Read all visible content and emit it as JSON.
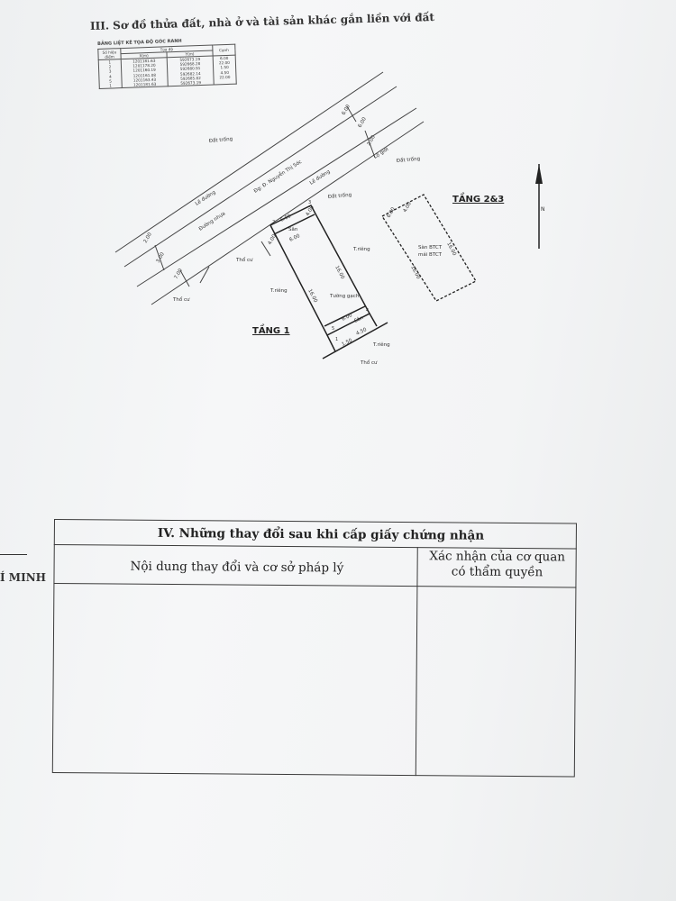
{
  "section_title": "III. Sơ đồ thửa đất, nhà ở và tài sản khác gắn liền với đất",
  "coord_table": {
    "title": "BẢNG LIỆT KÊ TỌA ĐỘ GÓC RANH",
    "h_point": "Số hiệu điểm",
    "h_coord": "Tọa độ",
    "h_x": "X(m)",
    "h_y": "Y(m)",
    "h_edge": "Cạnh",
    "points": "1\n2\n3\n4\n5\n1",
    "x_values": "1201181.63\n1201178.20\n1201160.19\n1201161.08\n1201163.43\n1201181.63",
    "y_values": "592673.19\n592668.28\n592680.91\n592682.14\n592685.82\n592673.19",
    "edges": "6.00\n22.00\n1.50\n4.50\n22.00"
  },
  "map_labels": {
    "dat_trong_top": "Đất trống",
    "dat_trong_right": "Đất trống",
    "dat_trong_mid": "Đất trống",
    "le_duong_left": "Lề đường",
    "le_duong_right": "Lề đường",
    "le_gioi": "Lộ giới",
    "road_name": "Đg: Đ. Nguyễn Thị Sóc",
    "duong_nhua": "Đường nhựa",
    "tho_cu_1": "Thổ cư",
    "tho_cu_2": "Thổ cư",
    "tho_cu_3": "Thổ cư",
    "san_top": "Sân",
    "san_bottom": "Sân",
    "tuong_gach": "Tường gạch",
    "t_rieng_1": "T.riêng",
    "t_rieng_2": "T.riêng",
    "t_rieng_3": "T.riêng",
    "san_btct": "Sàn BTCT",
    "mai_btct": "mái BTCT",
    "d_6_a": "6.00",
    "d_6_b": "6.00",
    "d_6_c": "6.00",
    "d_6_d": "6.00",
    "d_6_e": "6.00",
    "d_6_f": "6.00",
    "d_7": "7.00",
    "d_2": "2.00",
    "d_3": "3.00",
    "d_4_a": "4.00",
    "d_4_b": "4.00",
    "d_4_c": "4.00",
    "d_16_a": "16.00",
    "d_16_b": "16.00",
    "d_16_c": "16.00",
    "d_16_d": "16.00",
    "d_150": "1.50",
    "d_450": "4.50",
    "d_2b": "2.00",
    "d_1": "1",
    "d_5": "5",
    "d_4": "4",
    "d_2c": "2",
    "d_3b": "3",
    "tang1": "TẦNG 1",
    "tang23": "TẦNG 2&3",
    "north": "N"
  },
  "changes_table": {
    "title": "IV. Những thay đổi sau khi cấp giấy chứng nhận",
    "col1": "Nội dung thay đổi và cơ sở pháp lý",
    "col2_line1": "Xác nhận của cơ quan",
    "col2_line2": "có thẩm quyền"
  },
  "side_text": "Í MINH"
}
